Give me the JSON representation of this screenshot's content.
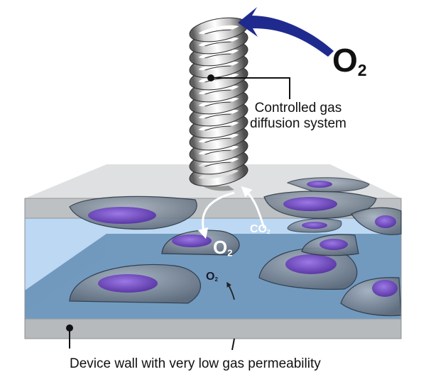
{
  "labels": {
    "o2_source": "O",
    "o2_source_sub": "2",
    "controlled_line1": "Controlled gas",
    "controlled_line2": "diffusion system",
    "o2_released": "O",
    "o2_released_sub": "2",
    "co2": "CO",
    "co2_sub": "2",
    "o2_inner": "O",
    "o2_inner_sub": "2",
    "device_wall": "Device wall with very low gas permeability"
  },
  "colors": {
    "arrow_blue": "#1f2a8f",
    "medium_blue": "#a9cdef",
    "device_gray": "#b9bcbf",
    "cell_body": "#8896a6",
    "nucleus": "#7c57c8"
  }
}
